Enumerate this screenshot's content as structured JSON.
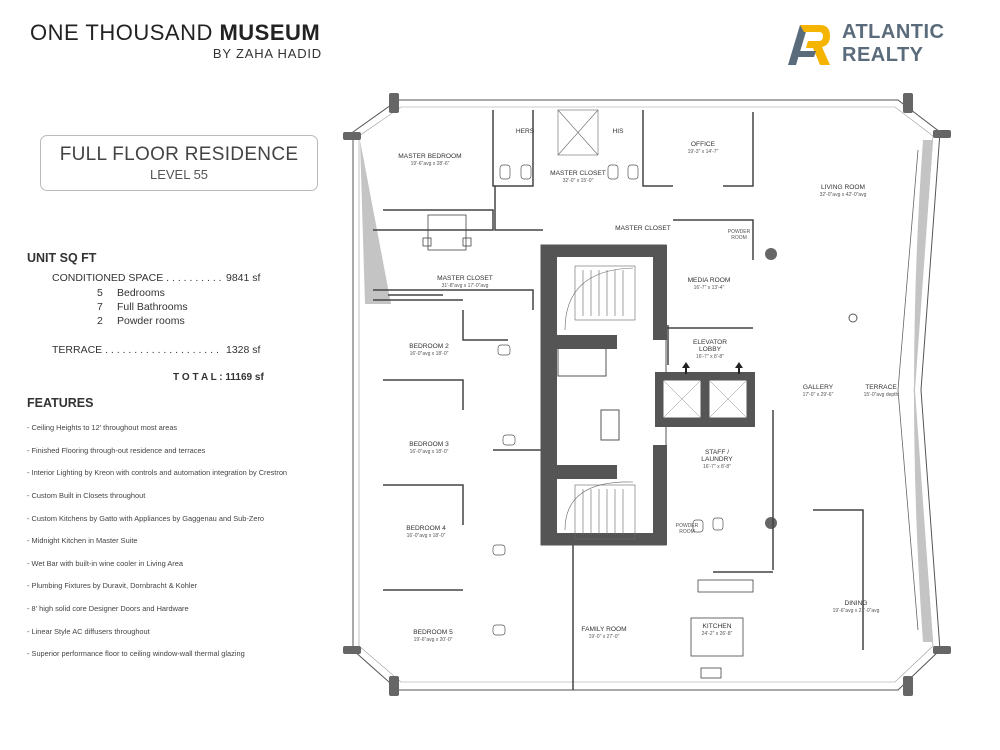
{
  "header": {
    "title_light": "ONE THOUSAND",
    "title_bold": "MUSEUM",
    "subtitle": "BY ZAHA HADID",
    "logo_line1": "ATLANTIC",
    "logo_line2": "REALTY",
    "logo_colors": {
      "gray": "#5a6b7b",
      "yellow": "#f5b400"
    }
  },
  "residence": {
    "title": "FULL FLOOR RESIDENCE",
    "level": "LEVEL 55"
  },
  "unit": {
    "heading": "UNIT SQ FT",
    "conditioned_label": "CONDITIONED SPACE . . . . . . . . . .",
    "conditioned_value": "9841 sf",
    "rooms": [
      {
        "count": "5",
        "label": "Bedrooms"
      },
      {
        "count": "7",
        "label": "Full Bathrooms"
      },
      {
        "count": "2",
        "label": "Powder rooms"
      }
    ],
    "terrace_label": "TERRACE . . . . . . . . . . . . . . . . . . . .",
    "terrace_value": "1328 sf",
    "total": "T O T A L : 11169 sf"
  },
  "features": {
    "heading": "FEATURES",
    "items": [
      "- Ceiling Heights to 12' throughout most areas",
      "- Finished Flooring through-out residence and terraces",
      "- Interior Lighting by Kreon with controls and automation integration by Crestron",
      "- Custom Built in Closets throughout",
      "- Custom Kitchens by Gatto with Appliances by Gaggenau and Sub-Zero",
      "- Midnight Kitchen in Master Suite",
      "- Wet Bar with built-in wine cooler in Living Area",
      "- Plumbing Fixtures by Duravit, Dornbracht & Kohler",
      "- 8' high solid core Designer Doors and Hardware",
      "- Linear Style AC diffusers throughout",
      "- Superior performance floor to ceiling window-wall thermal glazing"
    ]
  },
  "plan": {
    "rooms": {
      "master_bedroom": {
        "name": "MASTER BEDROOM",
        "dim": "19'-6\"avg x 28'-6\""
      },
      "hers": {
        "name": "HERS"
      },
      "his": {
        "name": "HIS"
      },
      "master_closet_top": {
        "name": "MASTER CLOSET",
        "dim": "32'-0\" x 15'-0\""
      },
      "office": {
        "name": "OFFICE",
        "dim": "19'-3\" x 14'-7\""
      },
      "living_room": {
        "name": "LIVING ROOM",
        "dim": "32'-0\"avg x 42'-0\"avg"
      },
      "master_closet_small": {
        "name": "MASTER CLOSET"
      },
      "powder_room_top": {
        "name": "POWDER",
        "name2": "ROOM"
      },
      "master_closet_left": {
        "name": "MASTER CLOSET",
        "dim": "31'-8\"avg x 17'-0\"avg"
      },
      "media_room": {
        "name": "MEDIA ROOM",
        "dim": "16'-7\" x 13'-4\""
      },
      "bedroom2": {
        "name": "BEDROOM 2",
        "dim": "16'-0\"avg x 18'-0\""
      },
      "elevator_lobby": {
        "name": "ELEVATOR",
        "name2": "LOBBY",
        "dim": "16'-7\" x 8'-8\""
      },
      "gallery": {
        "name": "GALLERY",
        "dim": "17'-0\" x 29'-6\""
      },
      "terrace": {
        "name": "TERRACE",
        "dim": "15'-0\"avg depth"
      },
      "bedroom3": {
        "name": "BEDROOM 3",
        "dim": "16'-0\"avg x 18'-0\""
      },
      "staff_laundry": {
        "name": "STAFF /",
        "name2": "LAUNDRY",
        "dim": "16'-7\" x 8'-8\""
      },
      "bedroom4": {
        "name": "BEDROOM 4",
        "dim": "16'-0\"avg x 18'-0\""
      },
      "powder_room_mid": {
        "name": "POWDER",
        "name2": "ROOM"
      },
      "bedroom5": {
        "name": "BEDROOM 5",
        "dim": "19'-6\"avg x 20'-0\""
      },
      "family_room": {
        "name": "FAMILY ROOM",
        "dim": "19'-0\" x 27'-0\""
      },
      "kitchen": {
        "name": "KITCHEN",
        "dim": "24'-2\" x 26'-8\""
      },
      "dining": {
        "name": "DINING",
        "dim": "19'-6\"avg x 21'-0\"avg"
      }
    }
  }
}
